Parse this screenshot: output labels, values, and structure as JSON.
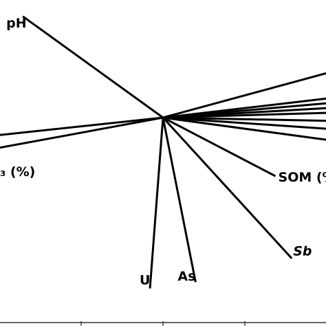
{
  "chart_data": {
    "type": "biplot",
    "title": "",
    "xlabel": "",
    "ylabel": "",
    "xlim": [
      -1.0,
      1.0
    ],
    "ylim": [
      -1.0,
      1.0
    ],
    "grid": false,
    "origin": [
      0,
      0
    ],
    "vectors": [
      {
        "label": "pH",
        "x": -0.86,
        "y": 0.64,
        "italic": false
      },
      {
        "label": "",
        "x": -1.0,
        "y": -0.11,
        "italic": false
      },
      {
        "label": "₃ (%)",
        "x": -1.0,
        "y": -0.19,
        "italic": false
      },
      {
        "label": "",
        "x": 1.0,
        "y": 0.28,
        "italic": false
      },
      {
        "label": "",
        "x": 1.0,
        "y": 0.12,
        "italic": false
      },
      {
        "label": "",
        "x": 1.0,
        "y": 0.09,
        "italic": false
      },
      {
        "label": "",
        "x": 1.0,
        "y": 0.06,
        "italic": false
      },
      {
        "label": "",
        "x": 1.0,
        "y": 0.03,
        "italic": false
      },
      {
        "label": "",
        "x": 1.0,
        "y": -0.02,
        "italic": false
      },
      {
        "label": "",
        "x": 1.0,
        "y": -0.07,
        "italic": false
      },
      {
        "label": "",
        "x": 1.0,
        "y": -0.14,
        "italic": false
      },
      {
        "label": "SOM (%",
        "x": 0.69,
        "y": -0.37,
        "italic": false
      },
      {
        "label": "Sb",
        "x": 0.79,
        "y": -0.89,
        "italic": true
      },
      {
        "label": "As",
        "x": 0.2,
        "y": -1.04,
        "italic": false
      },
      {
        "label": "U",
        "x": -0.08,
        "y": -1.08,
        "italic": false
      }
    ]
  }
}
